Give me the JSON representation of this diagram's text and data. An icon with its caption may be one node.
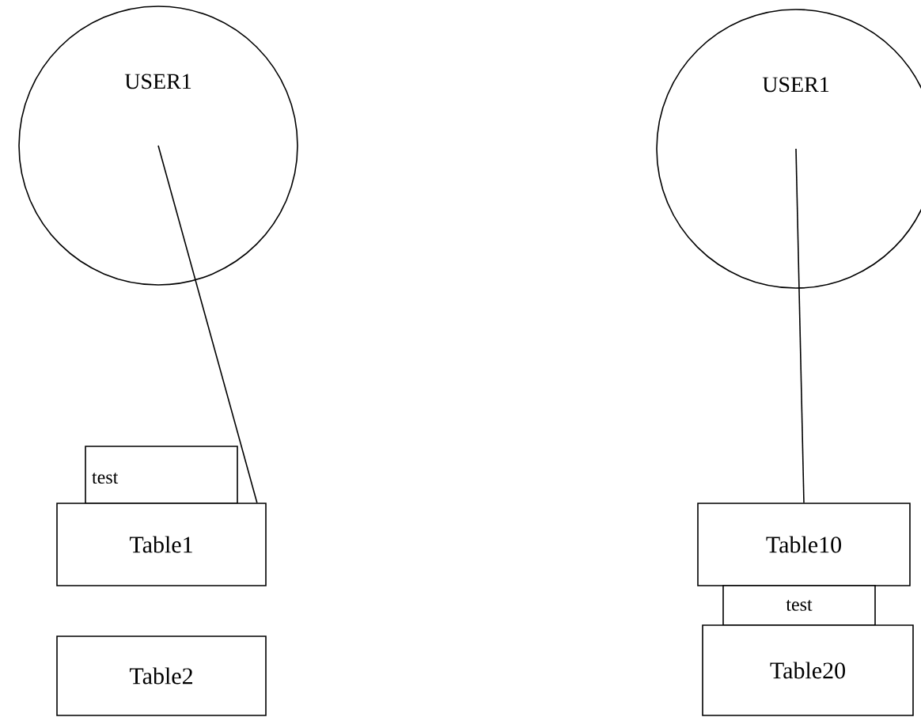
{
  "diagram": {
    "nodes": [
      {
        "text": [
          "USER1"
        ]
      },
      {
        "text": [
          "test"
        ]
      },
      {
        "text": [
          "Table1"
        ]
      },
      {
        "text": [
          "Table2"
        ]
      },
      {
        "text": [
          "USER1"
        ]
      },
      {
        "text": [
          "Table10"
        ]
      },
      {
        "text": [
          "test"
        ]
      },
      {
        "text": [
          "Table20"
        ]
      }
    ],
    "edges": [
      {
        "from": 0,
        "to": 2,
        "arrow": "none"
      },
      {
        "from": 4,
        "to": 5,
        "arrow": "none"
      }
    ]
  }
}
